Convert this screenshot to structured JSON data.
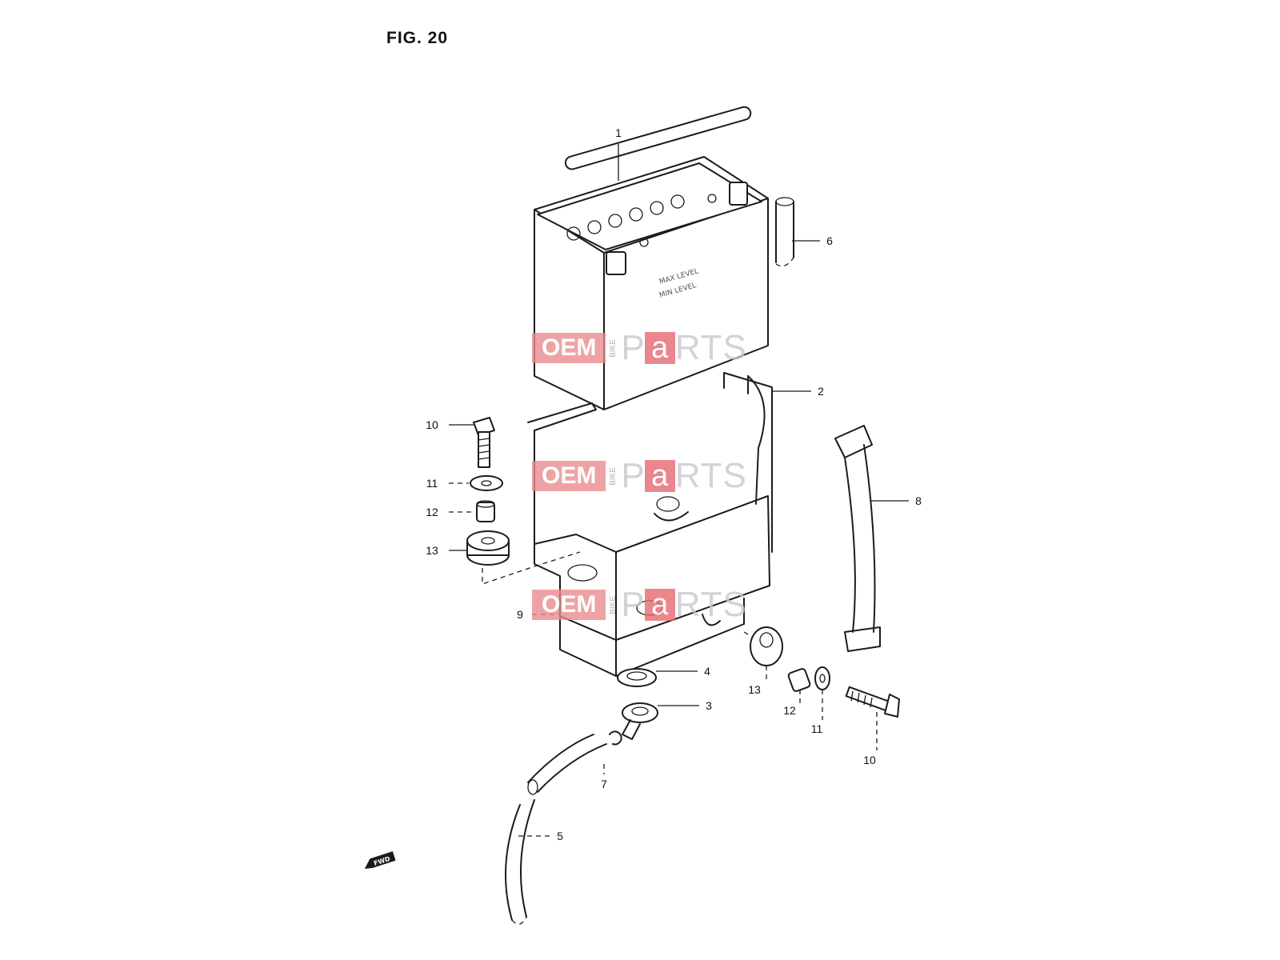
{
  "figure": {
    "title": "FIG. 20"
  },
  "callouts": {
    "c1": "1",
    "c2": "2",
    "c3": "3",
    "c4": "4",
    "c5": "5",
    "c6": "6",
    "c7": "7",
    "c8": "8",
    "c9": "9",
    "c10_left": "10",
    "c11_left": "11",
    "c12_left": "12",
    "c13_left": "13",
    "c13_right": "13",
    "c12_right": "12",
    "c11_right": "11",
    "c10_right": "10"
  },
  "watermark": {
    "oem": "OEM",
    "bike": "BIKE",
    "p": "P",
    "a": "a",
    "rts": "RTS"
  },
  "fwd_marker": {
    "label": "FWD"
  },
  "colors": {
    "line": "#1b1b1b",
    "watermark_red": "#e66a70",
    "watermark_gray": "#c9c9c9"
  }
}
